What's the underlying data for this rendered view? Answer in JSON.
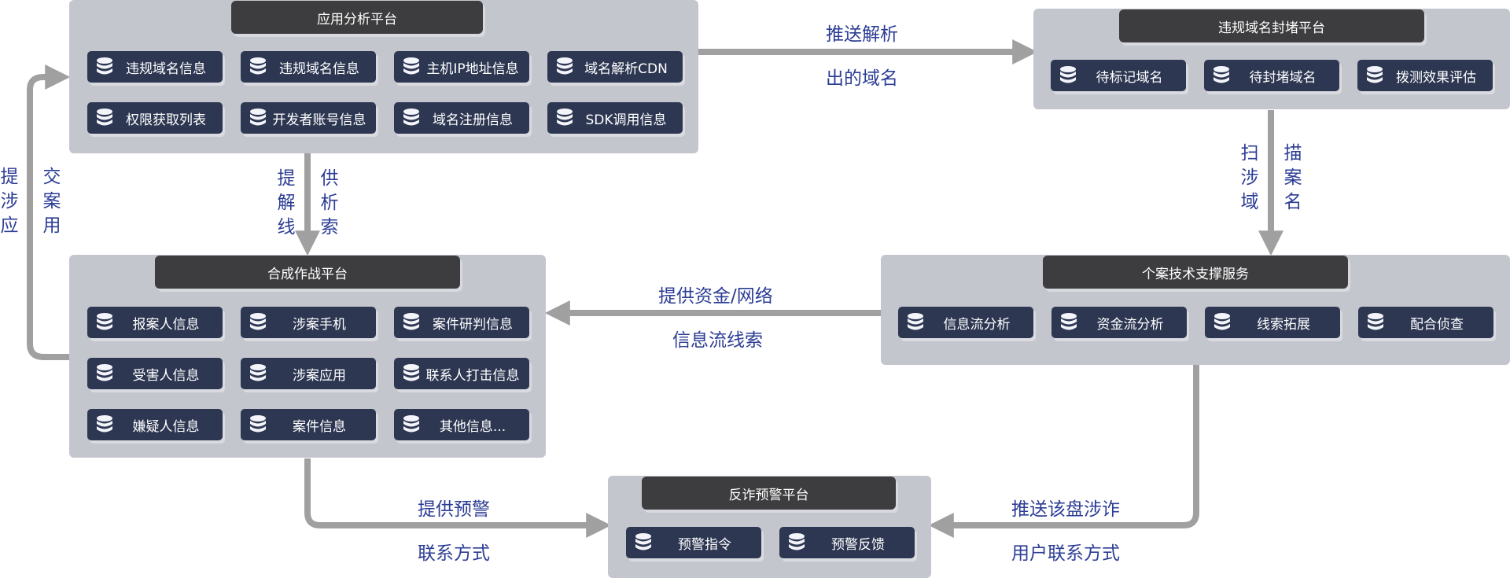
{
  "colors": {
    "panel_bg": "#c4c6ce",
    "title_bg": "#3d3d3f",
    "item_bg": "#2d3752",
    "arrow": "#a0a0a0",
    "label_text": "#2c3d95"
  },
  "panels": {
    "app_analysis": {
      "title": "应用分析平台",
      "items": [
        "违规域名信息",
        "违规域名信息",
        "主机IP地址信息",
        "域名解析CDN",
        "权限获取列表",
        "开发者账号信息",
        "域名注册信息",
        "SDK调用信息"
      ]
    },
    "domain_block": {
      "title": "违规域名封堵平台",
      "items": [
        "待标记域名",
        "待封堵域名",
        "拨测效果评估"
      ]
    },
    "joint_ops": {
      "title": "合成作战平台",
      "items": [
        "报案人信息",
        "涉案手机",
        "案件研判信息",
        "受害人信息",
        "涉案应用",
        "联系人打击信息",
        "嫌疑人信息",
        "案件信息",
        "其他信息..."
      ]
    },
    "case_support": {
      "title": "个案技术支撑服务",
      "items": [
        "信息流分析",
        "资金流分析",
        "线索拓展",
        "配合侦查"
      ]
    },
    "anti_fraud": {
      "title": "反诈预警平台",
      "items": [
        "预警指令",
        "预警反馈"
      ]
    }
  },
  "flows": {
    "push_domains": {
      "top": "推送解析",
      "bottom": "出的域名"
    },
    "provide_clues": {
      "left": "提解线",
      "right": "供析索"
    },
    "submit_app": {
      "left": "提涉应",
      "right": "交案用"
    },
    "scan_domains": {
      "left": "扫涉域",
      "right": "描案名"
    },
    "fund_network": {
      "top": "提供资金/网络",
      "bottom": "信息流线索"
    },
    "provide_warning": {
      "top": "提供预警",
      "bottom": "联系方式"
    },
    "push_users": {
      "top": "推送该盘涉诈",
      "bottom": "用户联系方式"
    }
  }
}
